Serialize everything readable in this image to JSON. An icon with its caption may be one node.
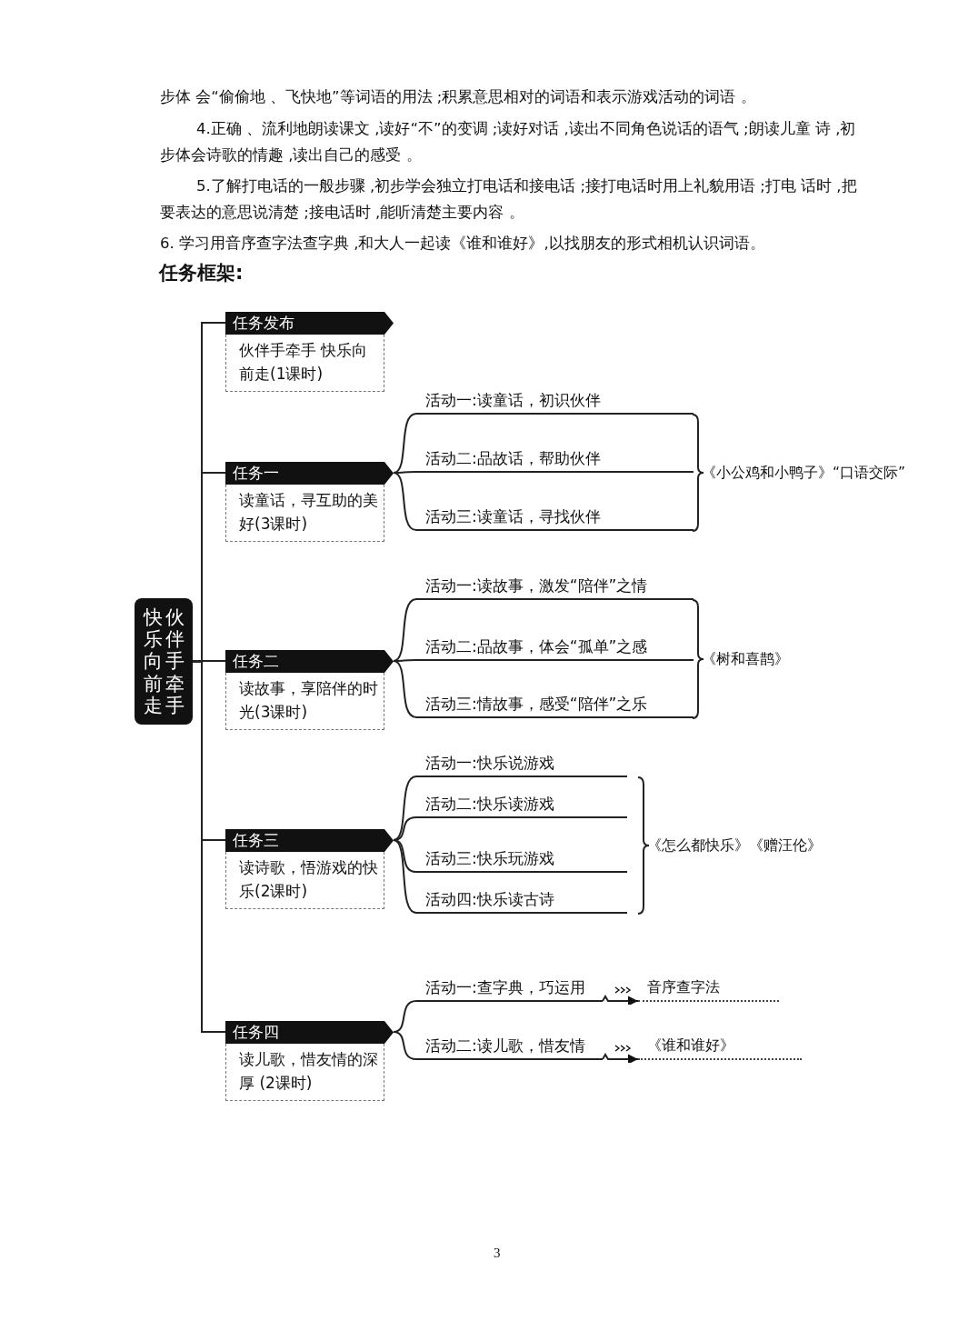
{
  "diagram": {
    "title": "任务框架:",
    "nodes": [
      {
        "text": [
          "快乐向前走",
          "伙伴手牵手"
        ]
      },
      {
        "text": [
          "任务发布",
          "伙伴手牵手 快乐向前走(1课时)"
        ]
      },
      {
        "text": [
          "任务一",
          "读童话，寻互助的美好(3课时)"
        ]
      },
      {
        "text": [
          "活动一:读童话，初识伙伴"
        ]
      },
      {
        "text": [
          "活动二:品故话，帮助伙伴"
        ]
      },
      {
        "text": [
          "活动三:读童话，寻找伙伴"
        ]
      },
      {
        "text": [
          "任务二",
          "读故事，享陪伴的时光(3课时)"
        ]
      },
      {
        "text": [
          "活动一:读故事，激发“陪伴”之情"
        ]
      },
      {
        "text": [
          "活动二:品故事，体会“孤单”之感"
        ]
      },
      {
        "text": [
          "活动三:情故事，感受“陪伴”之乐"
        ]
      },
      {
        "text": [
          "任务三",
          "读诗歌，悟游戏的快乐(2课时)"
        ]
      },
      {
        "text": [
          "活动一:快乐说游戏"
        ]
      },
      {
        "text": [
          "活动二:快乐读游戏"
        ]
      },
      {
        "text": [
          "活动三:快乐玩游戏"
        ]
      },
      {
        "text": [
          "活动四:快乐读古诗"
        ]
      },
      {
        "text": [
          "任务四",
          "读儿歌，惜友情的深厚 (2课时)"
        ]
      },
      {
        "text": [
          "活动一:查字典，巧运用"
        ]
      },
      {
        "text": [
          "音序查字法"
        ]
      },
      {
        "text": [
          "活动二:读儿歌，惜友情"
        ]
      },
      {
        "text": [
          "《谁和谁好》"
        ]
      }
    ],
    "edges": [
      {
        "from": 0,
        "to": 1,
        "arrow": "none"
      },
      {
        "from": 0,
        "to": 2,
        "arrow": "none"
      },
      {
        "from": 0,
        "to": 6,
        "arrow": "none"
      },
      {
        "from": 0,
        "to": 10,
        "arrow": "none"
      },
      {
        "from": 0,
        "to": 15,
        "arrow": "none"
      },
      {
        "from": 2,
        "to": 3,
        "arrow": "none"
      },
      {
        "from": 2,
        "to": 4,
        "arrow": "none"
      },
      {
        "from": 2,
        "to": 5,
        "arrow": "none"
      },
      {
        "from": 6,
        "to": 7,
        "arrow": "none"
      },
      {
        "from": 6,
        "to": 8,
        "arrow": "none"
      },
      {
        "from": 6,
        "to": 9,
        "arrow": "none"
      },
      {
        "from": 10,
        "to": 11,
        "arrow": "none"
      },
      {
        "from": 10,
        "to": 12,
        "arrow": "none"
      },
      {
        "from": 10,
        "to": 13,
        "arrow": "none"
      },
      {
        "from": 10,
        "to": 14,
        "arrow": "none"
      },
      {
        "from": 15,
        "to": 16,
        "arrow": "none"
      },
      {
        "from": 15,
        "to": 18,
        "arrow": "none"
      },
      {
        "from": 16,
        "to": 17,
        "arrow": "to"
      },
      {
        "from": 18,
        "to": 19,
        "arrow": "to"
      }
    ],
    "labels": [
      "步体 会“偷偷地 、飞快地”等词语的用法 ;积累意思相对的词语和表示游戏活动的词语 。",
      "4.正确 、流利地朗读课文 ,读好“不”的变调 ;读好对话 ,读出不同角色说话的语气 ;朗读儿童 诗 ,初步体会诗歌的情趣 ,读出自己的感受 。",
      "5.了解打电话的一般步骤 ,初步学会独立打电话和接电话 ;接打电话时用上礼貌用语 ;打电 话时 ,把要表达的意思说清楚 ;接电话时 ,能听清楚主要内容 。",
      "6. 学习用音序查字法查字典 ,和大人一起读《谁和谁好》,以找朋友的形式相机认识词语。",
      "《小公鸡和小鸭子》“口语交际”",
      "《树和喜鹊》",
      "《怎么都快乐》《赠汪伦》",
      "3"
    ]
  }
}
